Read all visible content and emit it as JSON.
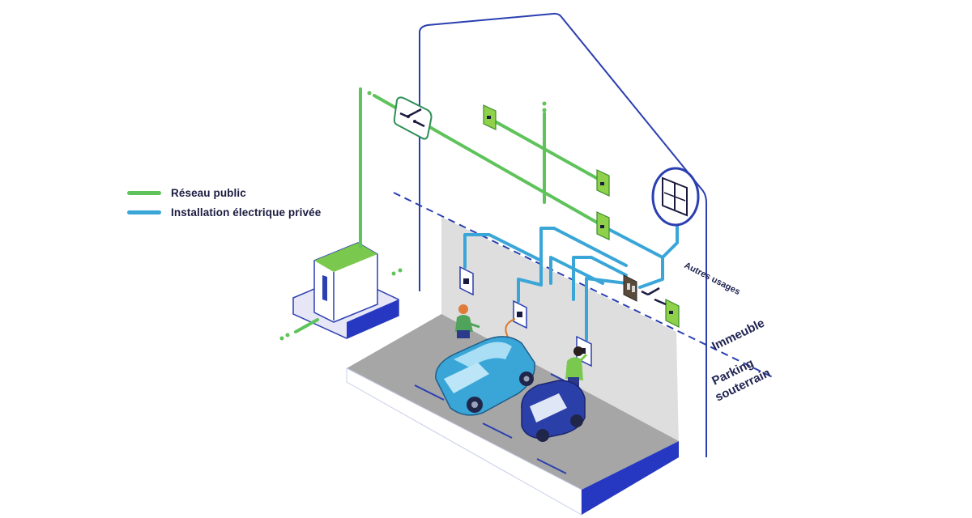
{
  "legend": {
    "items": [
      {
        "label": "Réseau public",
        "color": "#5ec35a"
      },
      {
        "label": "Installation électrique privée",
        "color": "#3aa6d8"
      }
    ]
  },
  "labels": {
    "other_uses": "Autres usages",
    "building": "Immeuble",
    "parking_line1": "Parking",
    "parking_line2": "souterrain"
  },
  "colors": {
    "public_network": "#5ec35a",
    "private_installation": "#3aa6d8",
    "outline": "#2b3fb0",
    "floor": "#a6a6a6",
    "wall": "#dedede",
    "floor_edge": "#2637c2"
  }
}
